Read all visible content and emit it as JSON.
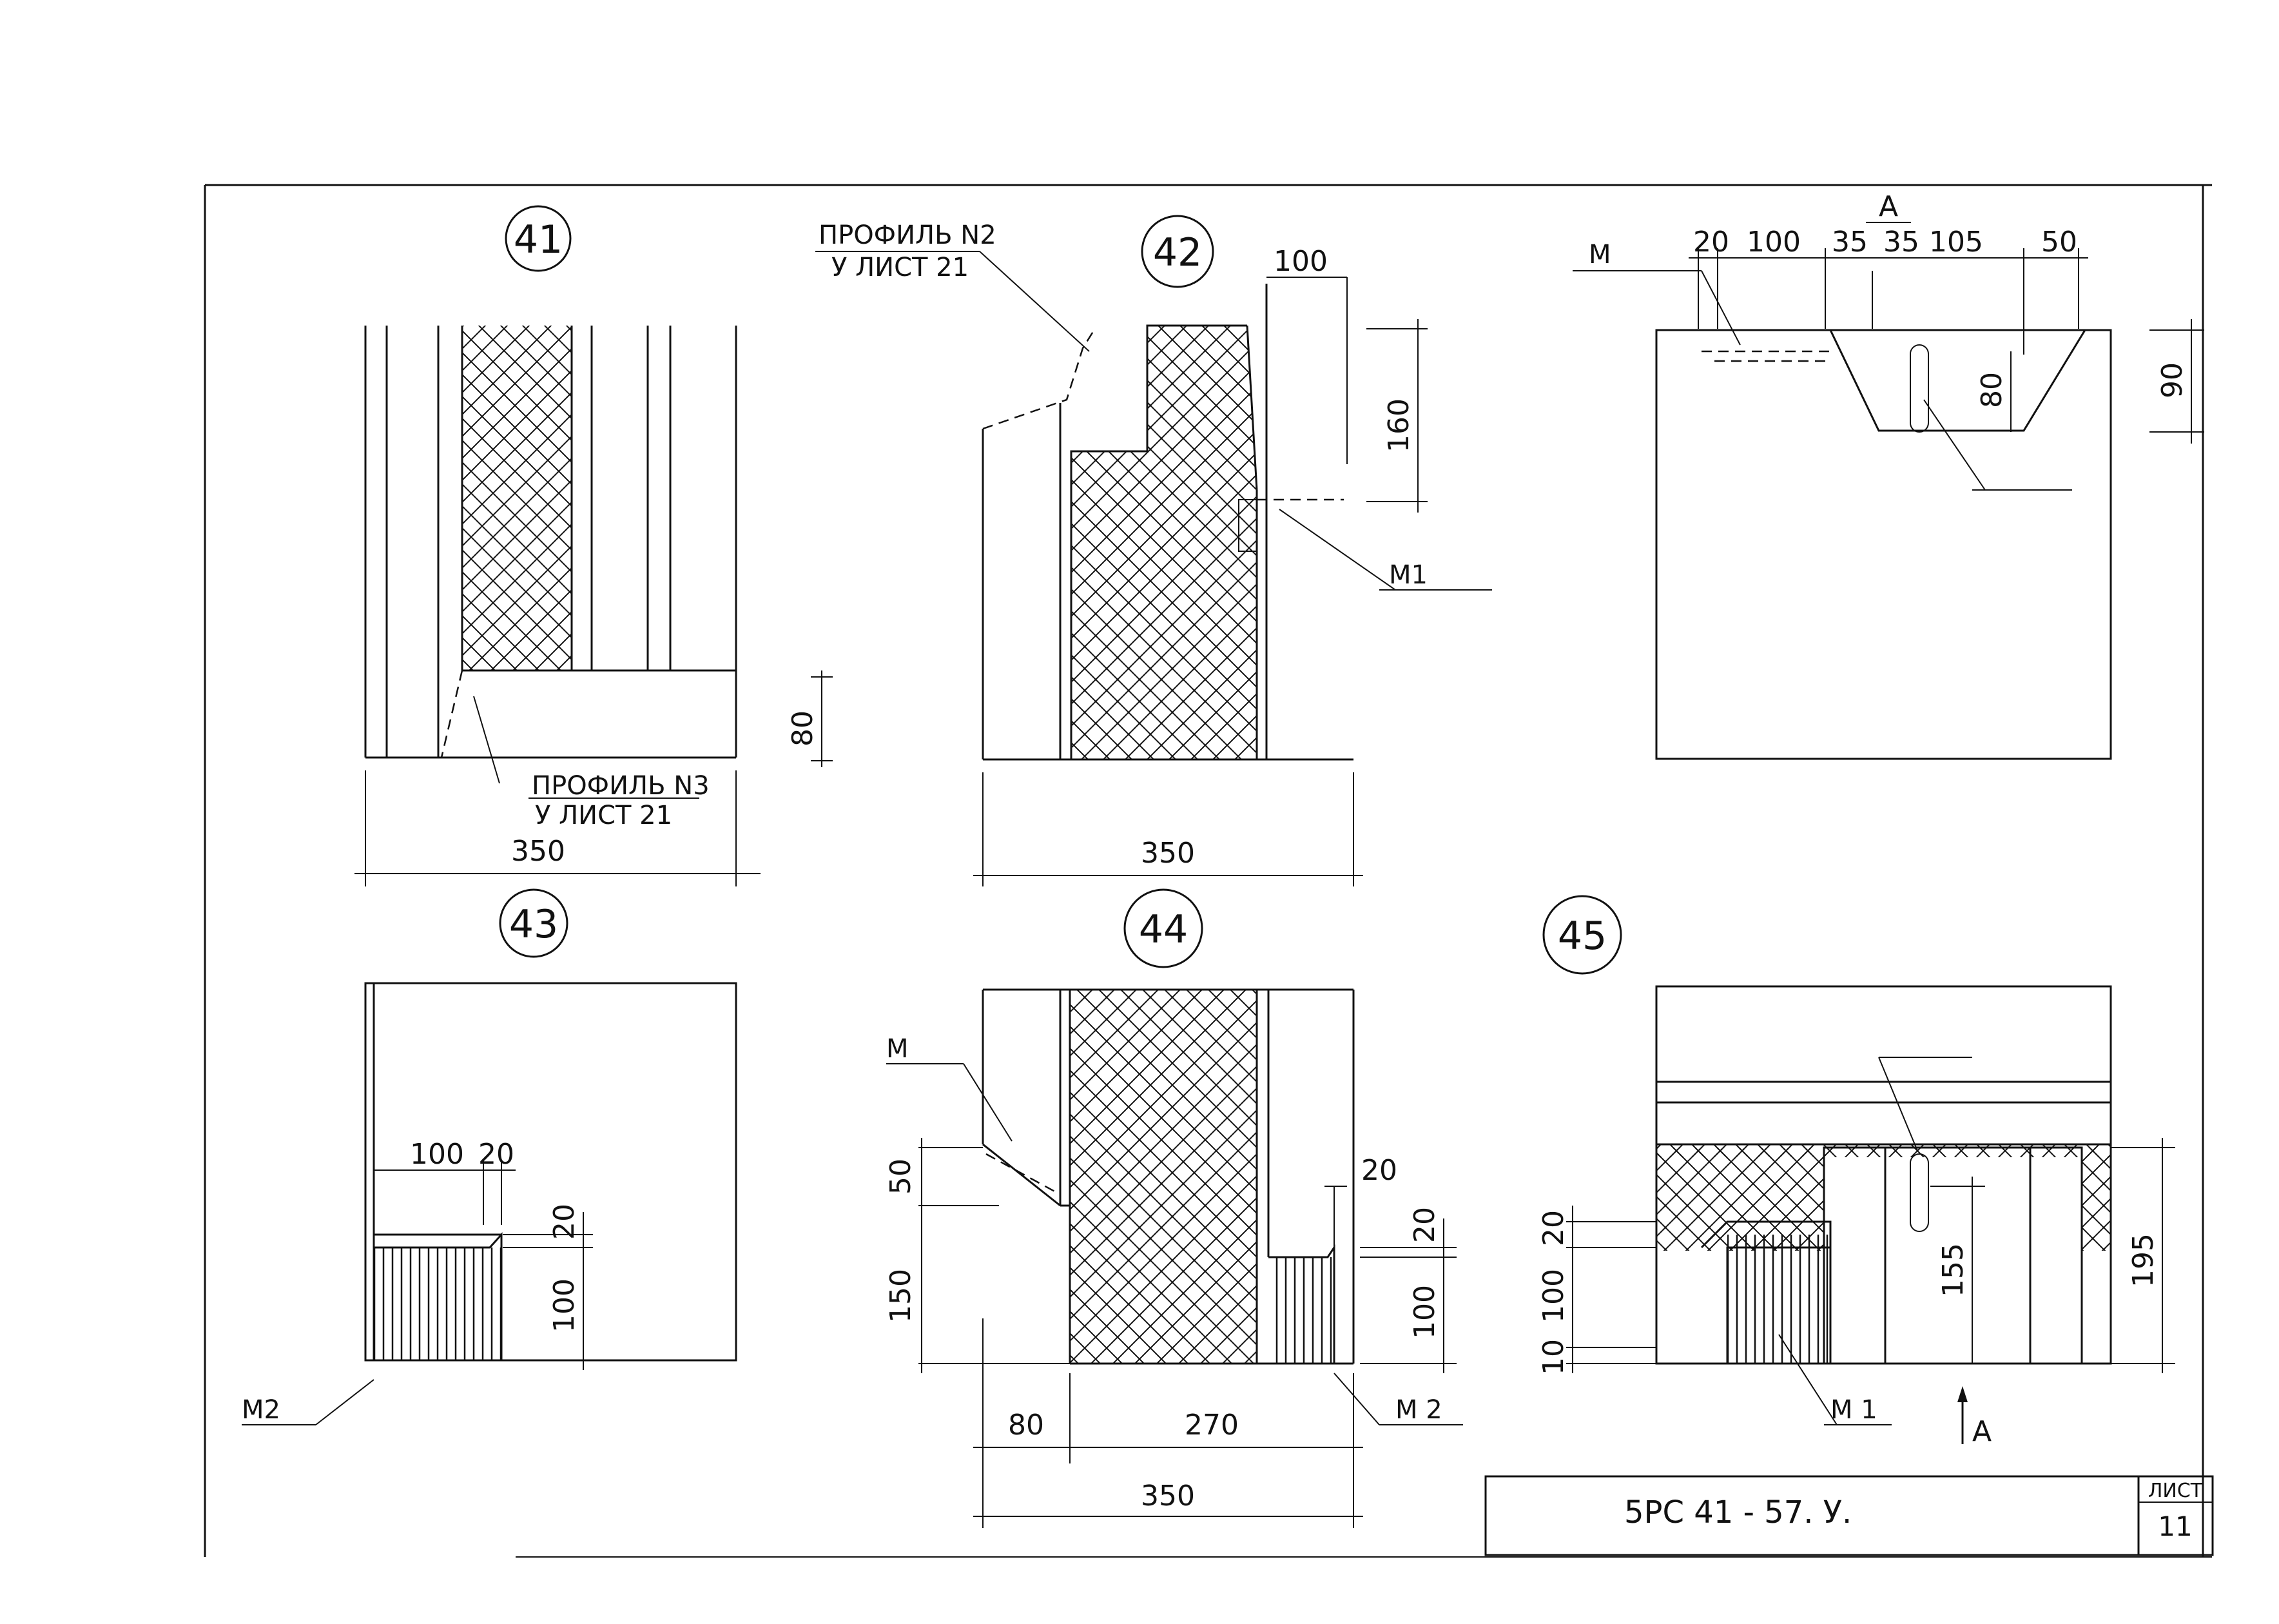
{
  "details": [
    {
      "id": "d41",
      "number": "41",
      "labels": [
        "ПРОФИЛЬ N3",
        "У ЛИСТ 21"
      ],
      "dims": [
        "350",
        "80"
      ]
    },
    {
      "id": "d42",
      "number": "42",
      "labels": [
        "ПРОФИЛЬ N2",
        "У ЛИСТ 21",
        "М1"
      ],
      "dims": [
        "100",
        "160",
        "350"
      ]
    },
    {
      "id": "dA",
      "number": "",
      "labels": [
        "А",
        "М"
      ],
      "dims": [
        "20",
        "100",
        "35",
        "35",
        "105",
        "50",
        "80",
        "90"
      ]
    },
    {
      "id": "d43",
      "number": "43",
      "labels": [
        "М2"
      ],
      "dims": [
        "100",
        "20",
        "20",
        "100"
      ]
    },
    {
      "id": "d44",
      "number": "44",
      "labels": [
        "М",
        "М 2"
      ],
      "dims": [
        "50",
        "150",
        "20",
        "20",
        "100",
        "80",
        "270",
        "350"
      ]
    },
    {
      "id": "d45",
      "number": "45",
      "labels": [
        "М 1",
        "А"
      ],
      "dims": [
        "20",
        "100",
        "10",
        "155",
        "195"
      ]
    }
  ],
  "title_block": {
    "code": "5РС 41 - 57. У.",
    "sheet_label": "ЛИСТ",
    "sheet_number": "11"
  },
  "colors": {
    "ink": "#111111",
    "paper": "#ffffff"
  }
}
